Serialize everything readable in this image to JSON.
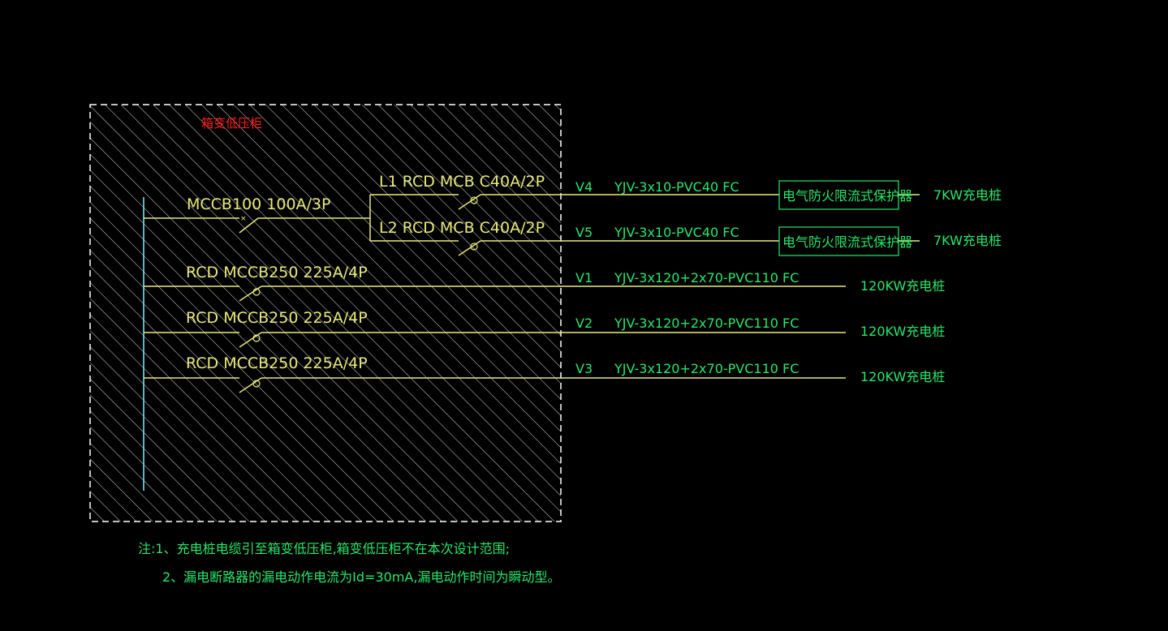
{
  "panel": {
    "title": "箱变低压柜"
  },
  "main_breaker": {
    "label": "MCCB100  100A/3P"
  },
  "branches": [
    {
      "breaker": "L1   RCD  MCB  C40A/2P",
      "circuit": "V4",
      "cable": "YJV-3x10-PVC40  FC",
      "protector": "电气防火限流式保护器",
      "load": "7KW充电桩"
    },
    {
      "breaker": "L2   RCD  MCB  C40A/2P",
      "circuit": "V5",
      "cable": "YJV-3x10-PVC40  FC",
      "protector": "电气防火限流式保护器",
      "load": "7KW充电桩"
    }
  ],
  "feeders": [
    {
      "breaker": "RCD  MCCB250  225A/4P",
      "circuit": "V1",
      "cable": "YJV-3x120+2x70-PVC110  FC",
      "load": "120KW充电桩"
    },
    {
      "breaker": "RCD  MCCB250  225A/4P",
      "circuit": "V2",
      "cable": "YJV-3x120+2x70-PVC110  FC",
      "load": "120KW充电桩"
    },
    {
      "breaker": "RCD  MCCB250  225A/4P",
      "circuit": "V3",
      "cable": "YJV-3x120+2x70-PVC110  FC",
      "load": "120KW充电桩"
    }
  ],
  "notes": {
    "line1": "注:1、充电桩电缆引至箱变低压柜,箱变低压柜不在本次设计范围;",
    "line2": "2、漏电断路器的漏电动作电流为Id=30mA,漏电动作时间为瞬动型。"
  },
  "colors": {
    "background": "#000000",
    "hatch": "#ffffff",
    "wire": "#e9e97a",
    "text_green": "#27e86a",
    "busbar": "#7ff0ff",
    "title": "#ff2020"
  }
}
